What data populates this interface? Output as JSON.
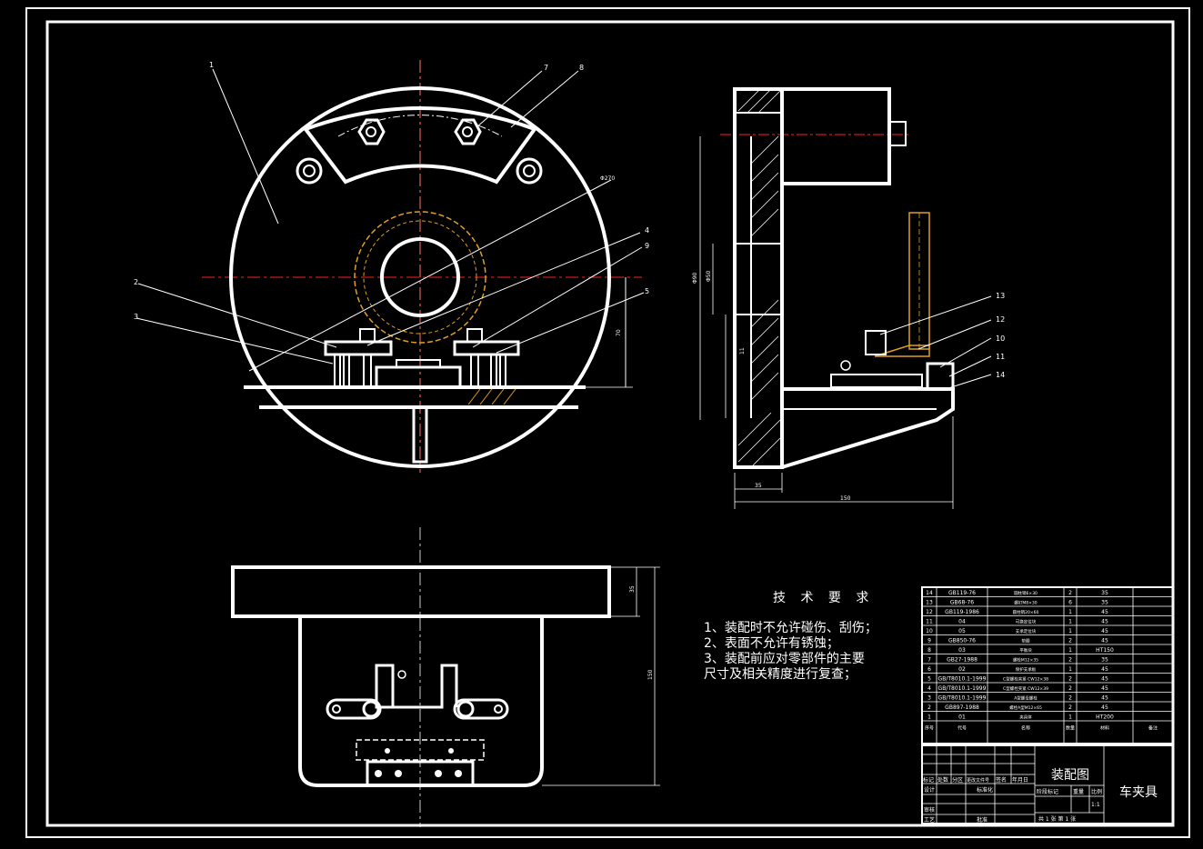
{
  "requirements": {
    "title": "技 术 要 求",
    "lines": [
      "1、装配时不允许碰伤、刮伤；",
      "2、表面不允许有锈蚀；",
      "3、装配前应对零部件的主要",
      "尺寸及相关精度进行复查；"
    ]
  },
  "leaders": {
    "front": [
      "1",
      "7",
      "8",
      "2",
      "3",
      "4",
      "9",
      "5"
    ],
    "side": [
      "13",
      "12",
      "10",
      "11",
      "14"
    ]
  },
  "dimensions": {
    "dia270": "Φ270",
    "d70": "70",
    "d35_side": "35",
    "d150_side": "150",
    "d35_top": "35",
    "d150_top": "150",
    "dia90": "Φ90",
    "dia50": "Φ50",
    "d11": "11"
  },
  "bom": {
    "rows": [
      {
        "no": "14",
        "code": "GB119-76",
        "name": "圆柱销6×30",
        "qty": "2",
        "mat": "35"
      },
      {
        "no": "13",
        "code": "GB68-76",
        "name": "螺钉M8×30",
        "qty": "6",
        "mat": "35"
      },
      {
        "no": "12",
        "code": "GB119-1986",
        "name": "圆柱销20×60",
        "qty": "1",
        "mat": "45"
      },
      {
        "no": "11",
        "code": "04",
        "name": "可换定位块",
        "qty": "1",
        "mat": "45"
      },
      {
        "no": "10",
        "code": "05",
        "name": "支承定位块",
        "qty": "1",
        "mat": "45"
      },
      {
        "no": "9",
        "code": "GB850-76",
        "name": "垫圈",
        "qty": "2",
        "mat": "45"
      },
      {
        "no": "8",
        "code": "03",
        "name": "平衡块",
        "qty": "1",
        "mat": "HT150"
      },
      {
        "no": "7",
        "code": "GB27-1988",
        "name": "螺栓M12×35",
        "qty": "2",
        "mat": "35"
      },
      {
        "no": "6",
        "code": "02",
        "name": "保护支承板",
        "qty": "1",
        "mat": "45"
      },
      {
        "no": "5",
        "code": "GB/T8010.1-1999",
        "name": "C型螺栓夹紧 CW12×38",
        "qty": "2",
        "mat": "45"
      },
      {
        "no": "4",
        "code": "GB/T8010.1-1999",
        "name": "C型螺栓夹紧 CW12×39",
        "qty": "2",
        "mat": "45"
      },
      {
        "no": "3",
        "code": "GB/T8010.1-1999",
        "name": "A型螺母螺栓",
        "qty": "2",
        "mat": "45"
      },
      {
        "no": "2",
        "code": "GB897-1988",
        "name": "螺栓A型M12×65",
        "qty": "2",
        "mat": "45"
      },
      {
        "no": "1",
        "code": "01",
        "name": "夹具体",
        "qty": "1",
        "mat": "HT200"
      }
    ],
    "header": {
      "no": "序号",
      "code": "代号",
      "name": "名称",
      "qty": "数量",
      "mat": "材料",
      "note": "备注"
    }
  },
  "titleblock": {
    "drawing_name": "装配图",
    "part_name": "车夹具",
    "rev_labels": [
      "标记",
      "处数",
      "分区",
      "更改文件号",
      "签名",
      "年月日"
    ],
    "roles": [
      "设计",
      "审核",
      "工艺"
    ],
    "roles2": [
      "标准化",
      "批准"
    ],
    "stage_labels": [
      "阶段标记",
      "重量",
      "比例"
    ],
    "scale": "1:1",
    "sheet": "共 1 张  第 1 张"
  },
  "colors": {
    "line": "#ffffff",
    "center": "#ff2020",
    "hatch": "#e0a020",
    "bg": "#000000"
  }
}
